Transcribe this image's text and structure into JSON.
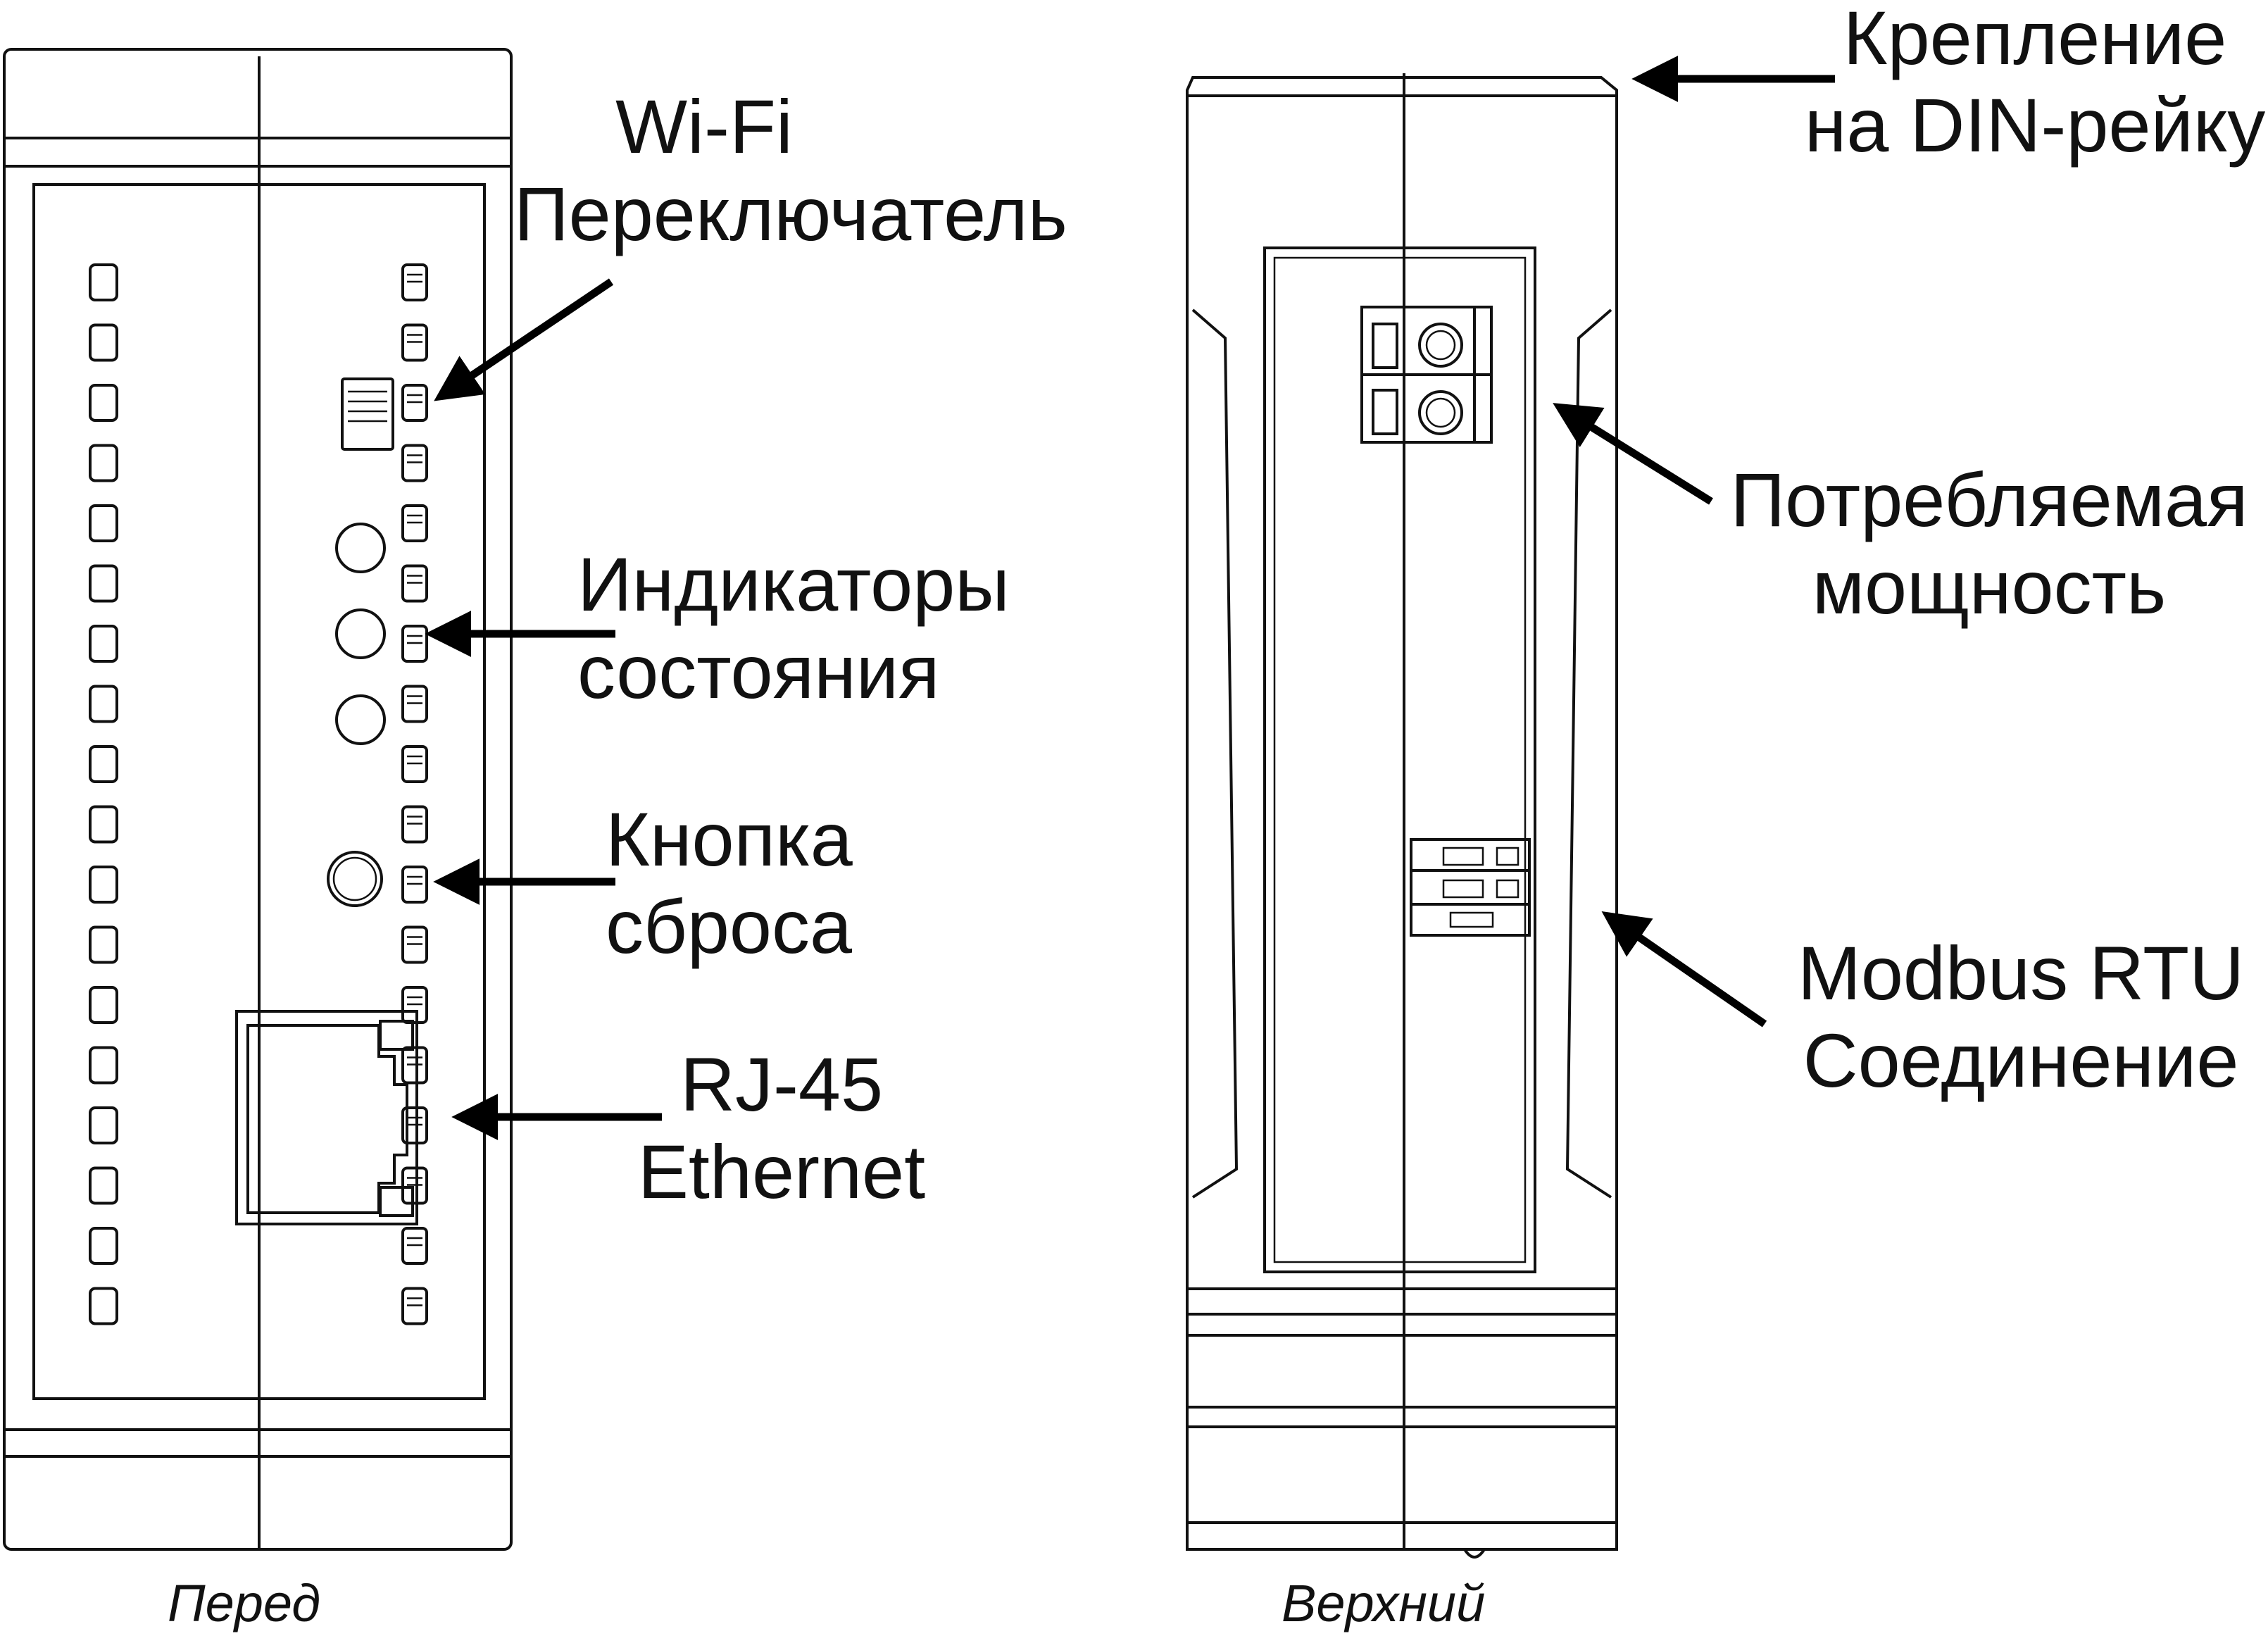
{
  "labels": {
    "wifi_switch": [
      "Wi-Fi",
      "Переключатель"
    ],
    "status_leds": [
      "Индикаторы",
      "состояния"
    ],
    "reset_button": [
      "Кнопка",
      "сброса"
    ],
    "rj45": [
      "RJ-45",
      "Ethernet"
    ],
    "din_rail": [
      "Крепление",
      "на DIN-рейку"
    ],
    "power": [
      "Потребляемая",
      "мощность"
    ],
    "modbus": [
      "Modbus RTU",
      "Соединение"
    ]
  },
  "captions": {
    "front": "Перед",
    "top": "Верхний"
  }
}
